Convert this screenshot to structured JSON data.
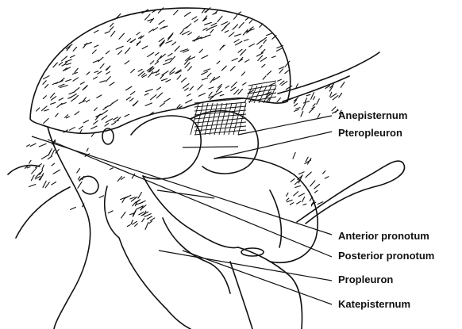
{
  "labels": {
    "anepisternum": "Anepisternum",
    "pteropleuron": "Pteropleuron",
    "anterior_pronotum": "Anterior pronotum",
    "posterior_pronotum": "Posterior pronotum",
    "propleuron": "Propleuron",
    "katepisternum": "Katepisternum"
  },
  "colors": {
    "ink": "#111111",
    "background": "#ffffff"
  }
}
